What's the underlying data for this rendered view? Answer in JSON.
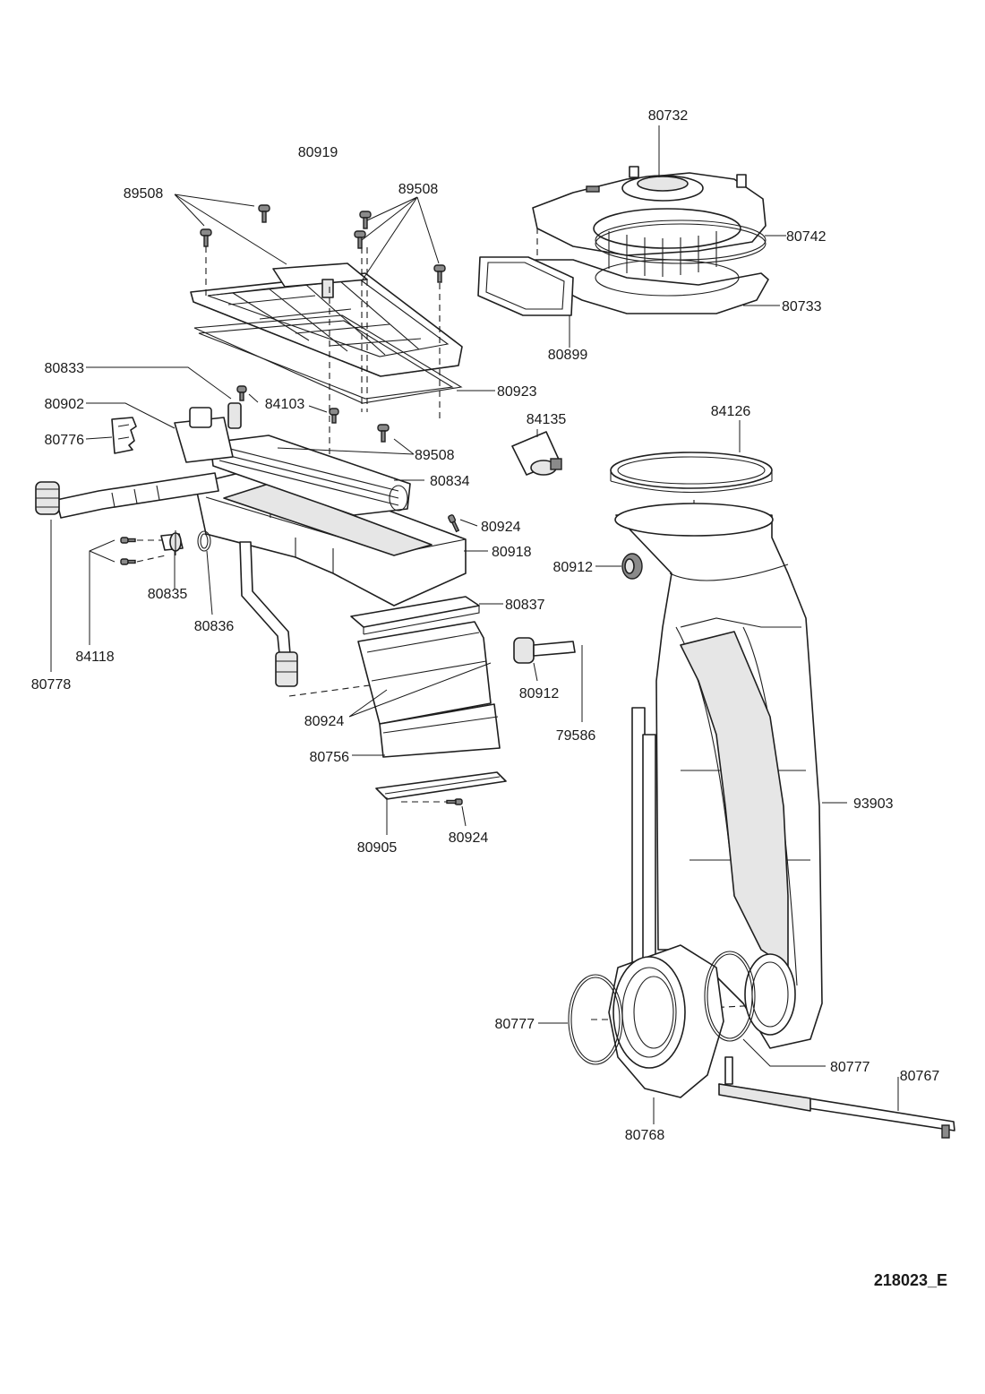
{
  "diagram": {
    "drawing_id": "218023_E",
    "part_numbers": {
      "p80919": "80919",
      "p89508_top_left": "89508",
      "p89508_top_right": "89508",
      "p89508_mid": "89508",
      "p80732": "80732",
      "p80742": "80742",
      "p80733": "80733",
      "p80899": "80899",
      "p80833": "80833",
      "p80902": "80902",
      "p80776": "80776",
      "p84103": "84103",
      "p80923": "80923",
      "p84135": "84135",
      "p84126": "84126",
      "p80834": "80834",
      "p80924_upper": "80924",
      "p80918": "80918",
      "p80912_upper": "80912",
      "p80835": "80835",
      "p80836": "80836",
      "p84118": "84118",
      "p80778": "80778",
      "p80837": "80837",
      "p80912_lower": "80912",
      "p79586": "79586",
      "p80924_middle": "80924",
      "p80756": "80756",
      "p93903": "93903",
      "p80905": "80905",
      "p80924_lower": "80924",
      "p80777_left": "80777",
      "p80777_right": "80777",
      "p80767": "80767",
      "p80768": "80768"
    }
  }
}
